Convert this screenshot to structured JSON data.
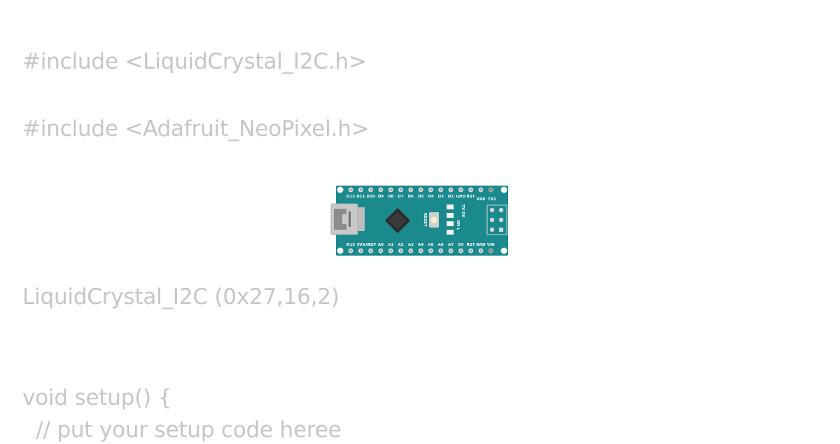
{
  "code": {
    "line1": "#include <LiquidCrystal_I2C.h>",
    "line2": "#include <Adafruit_NeoPixel.h>",
    "line3": "LiquidCrystal_I2C (0x27,16,2)",
    "line4": "void setup() {",
    "line5": "  // put your setup code heree"
  },
  "board": {
    "top_pins": [
      "D12",
      "D11",
      "D10",
      "D9",
      "D8",
      "D7",
      "D6",
      "D5",
      "D4",
      "D3",
      "D2",
      "GND",
      "RST"
    ],
    "top_right_pins": [
      "RX0",
      "TX1"
    ],
    "bottom_pins": [
      "D13",
      "3V3",
      "AREF",
      "A0",
      "A1",
      "A2",
      "A3",
      "A4",
      "A5",
      "A6",
      "A7",
      "5V",
      "RST",
      "GND",
      "VIN"
    ],
    "reset_label": "RESET",
    "led_labels": [
      "TX RX",
      "ON L"
    ],
    "colors": {
      "pcb": "#1a8a8c",
      "chip": "#2b2b2b",
      "usb": "#c9c9c9"
    }
  }
}
